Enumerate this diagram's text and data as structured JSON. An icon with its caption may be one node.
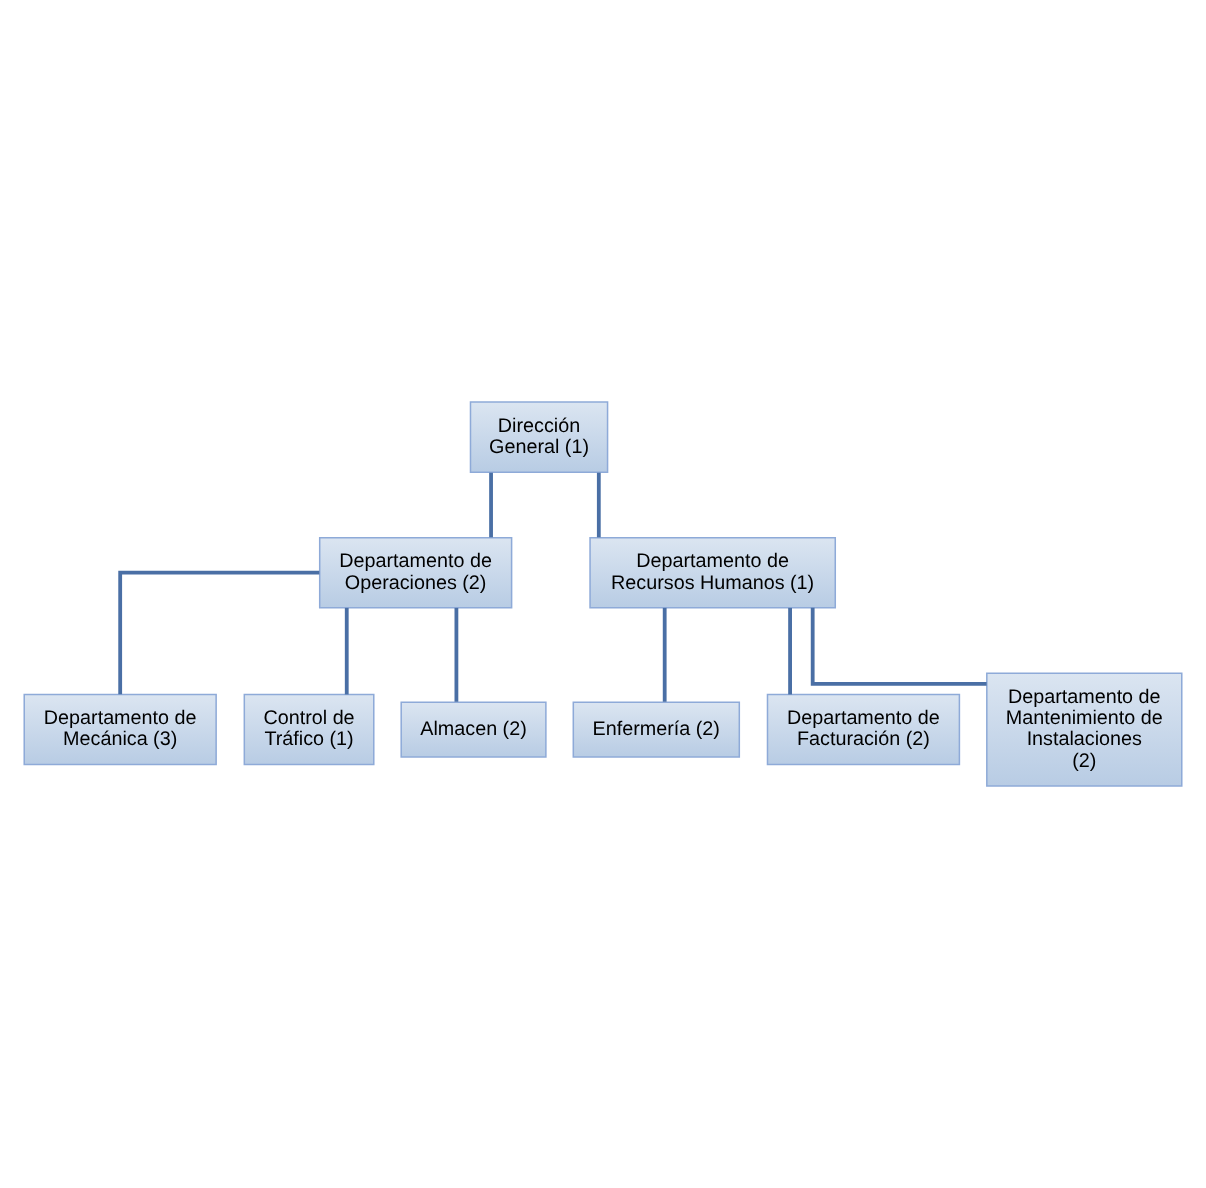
{
  "diagram": {
    "nodes": [
      {
        "text": [
          "Dirección General (1)"
        ]
      },
      {
        "text": [
          "Departamento de Operaciones (2)"
        ]
      },
      {
        "text": [
          "Departamento de Recursos Humanos (1)"
        ]
      },
      {
        "text": [
          "Departamento de Mecánica (3)"
        ]
      },
      {
        "text": [
          "Control de Tráfico (1)"
        ]
      },
      {
        "text": [
          "Almacen (2)"
        ]
      },
      {
        "text": [
          "Enfermería (2)"
        ]
      },
      {
        "text": [
          "Departamento de Facturación (2)"
        ]
      },
      {
        "text": [
          "Departamento de Mantenimiento de Instalaciones (2)"
        ]
      }
    ],
    "edges": [
      {
        "from": 0,
        "to": 1,
        "arrow": "none"
      },
      {
        "from": 0,
        "to": 2,
        "arrow": "none"
      },
      {
        "from": 1,
        "to": 3,
        "arrow": "none"
      },
      {
        "from": 1,
        "to": 4,
        "arrow": "none"
      },
      {
        "from": 1,
        "to": 5,
        "arrow": "none"
      },
      {
        "from": 2,
        "to": 6,
        "arrow": "none"
      },
      {
        "from": 2,
        "to": 7,
        "arrow": "none"
      },
      {
        "from": 2,
        "to": 8,
        "arrow": "none"
      }
    ]
  }
}
